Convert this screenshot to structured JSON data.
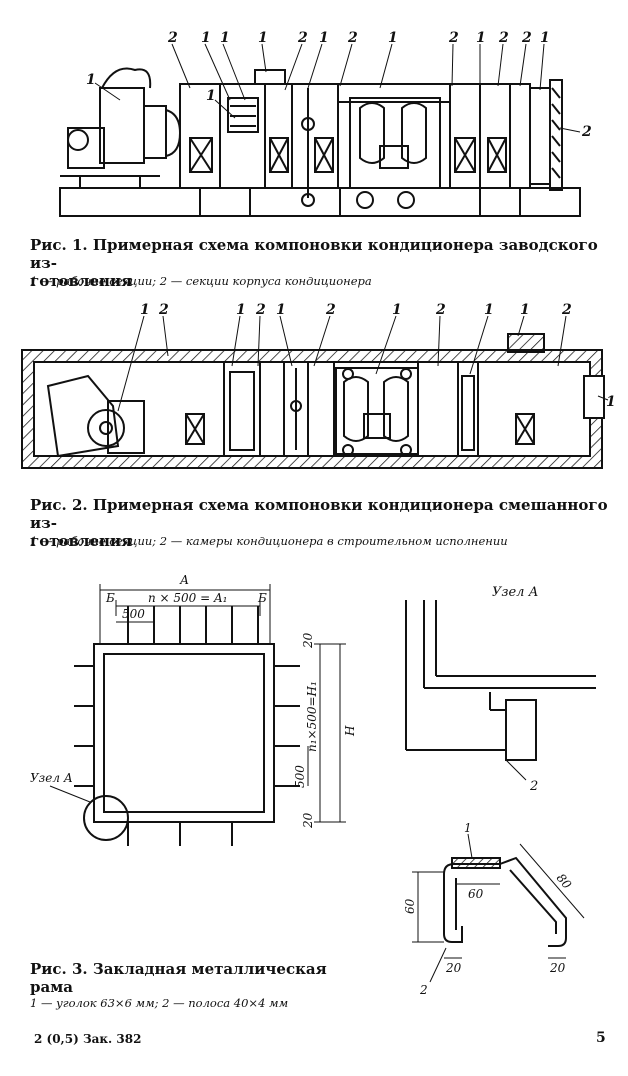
{
  "figure1": {
    "labels_top": [
      "2",
      "1",
      "1",
      "1",
      "2",
      "1",
      "2",
      "1",
      "2",
      "1",
      "2",
      "2",
      "1"
    ],
    "label_fan": "1",
    "label_left": "1",
    "label_right": "2",
    "caption_prefix": "Рис. 1.",
    "caption_text": "Примерная схема компоновки кондиционера заводского из-",
    "caption_text2": "готовления",
    "legend": "1 — рабочие секции; 2 — секции корпуса кондиционера"
  },
  "figure2": {
    "labels_top": [
      "1",
      "2",
      "1",
      "2",
      "1",
      "2",
      "1",
      "2",
      "1",
      "1",
      "2"
    ],
    "label_right": "1",
    "caption_prefix": "Рис. 2.",
    "caption_text": "Примерная схема компоновки кондиционера смешанного из-",
    "caption_text2": "готовления",
    "legend": "1 — рабочие секции; 2 — камеры кондиционера в строительном исполнении"
  },
  "figure3": {
    "dim_A": "А",
    "dim_B_left": "Б",
    "dim_B_right": "Б",
    "dim_nA": "n × 500 = A₁",
    "dim_500_top": "500",
    "dim_20_top": "20",
    "dim_n1H": "n₁×500=H₁",
    "dim_H": "H",
    "dim_500_side": "500",
    "dim_20_bottom": "20",
    "node_label": "Узел А",
    "caption_prefix": "Рис. 3.",
    "caption_text": "Закладная металлическая",
    "caption_text2": "рама",
    "legend": "1 — уголок 63×6 мм; 2 — полоса 40×4 мм"
  },
  "nodeA": {
    "title": "Узел А",
    "label_2": "2"
  },
  "section": {
    "label_1": "1",
    "label_2": "2",
    "dim_60_h": "60",
    "dim_60_v": "60",
    "dim_80": "80",
    "dim_20_left": "20",
    "dim_20_right": "20"
  },
  "footer": {
    "left": "2 (0,5) Зак. 382",
    "page": "5"
  }
}
